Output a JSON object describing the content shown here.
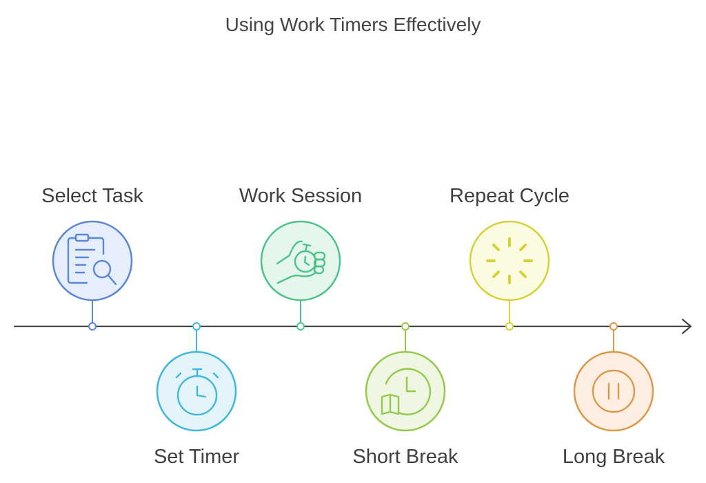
{
  "title": "Using Work Timers Effectively",
  "steps": [
    {
      "label": "Select Task",
      "icon": "clipboard-search-icon",
      "color": "#5b86d6",
      "fill": "#e6eefb"
    },
    {
      "label": "Set Timer",
      "icon": "stopwatch-icon",
      "color": "#41b6dd",
      "fill": "#e3f5fb"
    },
    {
      "label": "Work Session",
      "icon": "hand-stopwatch-icon",
      "color": "#4dc28a",
      "fill": "#e5f6ec"
    },
    {
      "label": "Short Break",
      "icon": "clock-book-icon",
      "color": "#93c94c",
      "fill": "#eff7e3"
    },
    {
      "label": "Repeat Cycle",
      "icon": "loading-spinner-icon",
      "color": "#d6d236",
      "fill": "#fbfbe2"
    },
    {
      "label": "Long Break",
      "icon": "pause-icon",
      "color": "#dc9748",
      "fill": "#fcefe2"
    }
  ],
  "axis_color": "#444444"
}
